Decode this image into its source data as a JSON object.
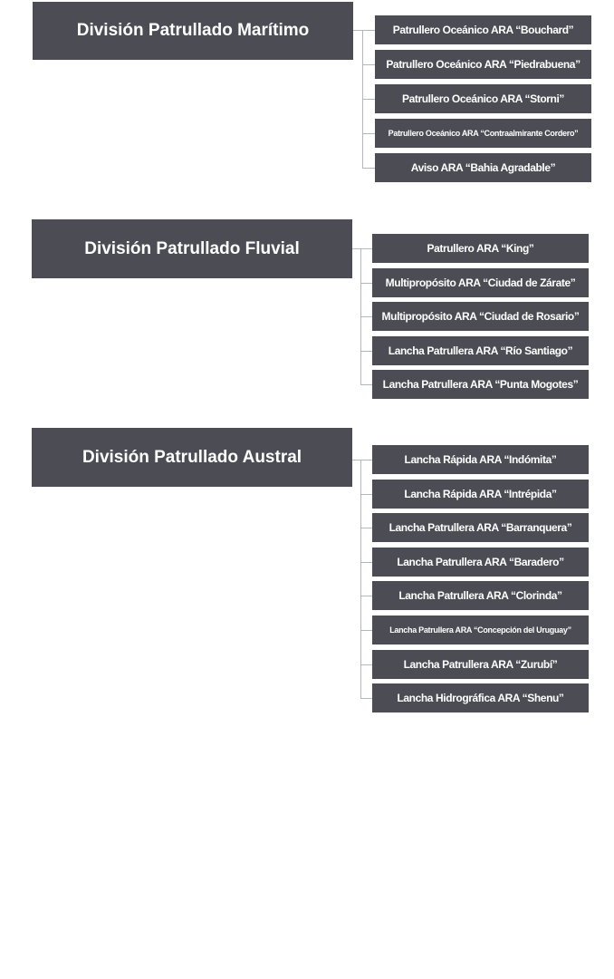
{
  "groups": [
    {
      "title": "División Patrullado Marítimo",
      "units": [
        "Patrullero Oceánico ARA “Bouchard”",
        "Patrullero Oceánico ARA “Piedrabuena”",
        "Patrullero Oceánico ARA “Storni”",
        "Patrullero Oceánico ARA “Contraalmirante Cordero”",
        "Aviso ARA “Bahia Agradable”"
      ]
    },
    {
      "title": "División Patrullado Fluvial",
      "units": [
        "Patrullero ARA “King”",
        "Multipropósito ARA “Ciudad de Zárate”",
        "Multipropósito ARA “Ciudad de Rosario”",
        "Lancha Patrullera ARA “Río Santiago”",
        "Lancha Patrullera ARA “Punta Mogotes”"
      ]
    },
    {
      "title": "División Patrullado Austral",
      "units": [
        "Lancha Rápida ARA “Indómita”",
        "Lancha Rápida ARA “Intrépida”",
        "Lancha Patrullera ARA “Barranquera”",
        "Lancha Patrullera ARA “Baradero”",
        "Lancha Patrullera ARA “Clorinda”",
        "Lancha Patrullera ARA “Concepción del Uruguay”",
        "Lancha Patrullera ARA “Zurubí”",
        "Lancha Hidrográfica ARA “Shenu”"
      ]
    }
  ],
  "colors": {
    "box": "#4b4c54",
    "connector": "#b5b6b8",
    "text": "#ffffff"
  }
}
